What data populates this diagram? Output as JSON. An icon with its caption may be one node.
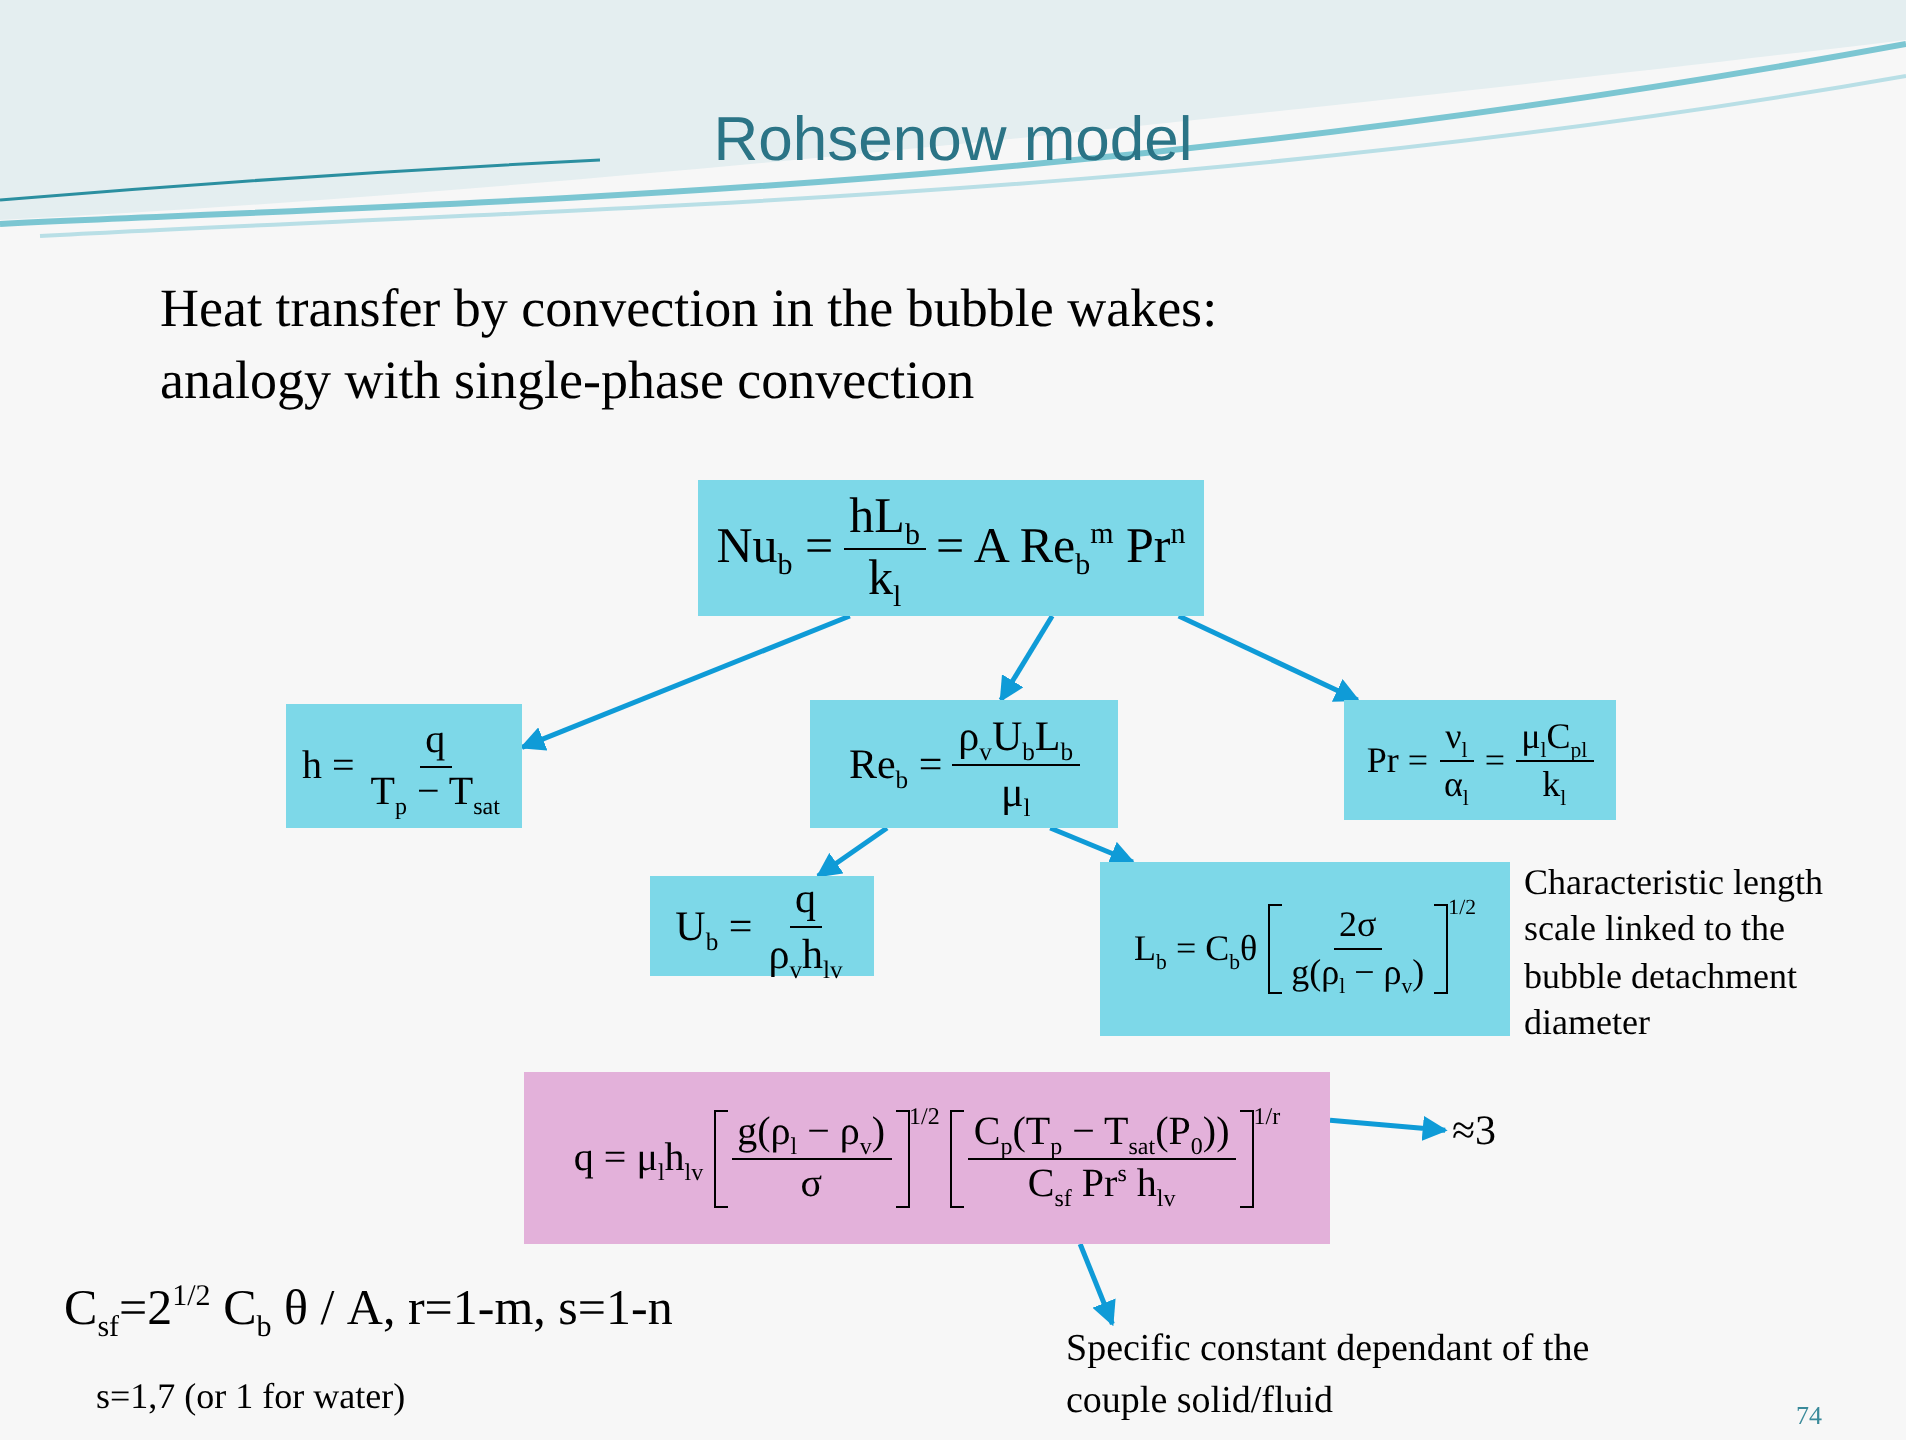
{
  "diagram": {
    "title": "Rohsenow model",
    "nodes": [
      {
        "text": [
          "Nu$_{b}$ =",
          "hL$_{b}$",
          "k$_{l}$",
          "= A Re$_{b}$$^{m}$ Pr$^{n}$"
        ]
      },
      {
        "text": [
          "h =",
          "q",
          "T$_{p}$ − T$_{sat}$"
        ]
      },
      {
        "text": [
          "Re$_{b}$ =",
          "ρ$_{v}$U$_{b}$L$_{b}$",
          "μ$_{l}$"
        ]
      },
      {
        "text": [
          "Pr =",
          "ν$_{l}$",
          "α$_{l}$",
          "=",
          "μ$_{l}$C$_{pl}$",
          "k$_{l}$"
        ]
      },
      {
        "text": [
          "U$_{b}$ =",
          "q",
          "ρ$_{v}$h$_{lv}$"
        ]
      },
      {
        "text": [
          "L$_{b}$ = C$_{b}$θ",
          "2σ",
          "g(ρ$_{l}$ − ρ$_{v}$)",
          "1/2"
        ],
        "beside": [
          "Characteristic length scale linked to the bubble detachment diameter"
        ]
      },
      {
        "text": [
          "q = μ$_{l}$h$_{lv}$",
          "g(ρ$_{l}$ − ρ$_{v}$)",
          "σ",
          "1/2",
          "C$_{p}$(T$_{p}$ − T$_{sat}$(P$_{0}$))",
          "C$_{sf}$ Pr$^{s}$ h$_{lv}$",
          "1/r"
        ]
      },
      {
        "text": [
          "≈3"
        ]
      },
      {
        "text": [
          "Specific constant dependant of the couple solid/fluid"
        ]
      }
    ],
    "edges": [
      {
        "from": 0,
        "to": 1,
        "arrow": "to"
      },
      {
        "from": 0,
        "to": 2,
        "arrow": "to"
      },
      {
        "from": 0,
        "to": 3,
        "arrow": "to"
      },
      {
        "from": 2,
        "to": 4,
        "arrow": "to"
      },
      {
        "from": 2,
        "to": 5,
        "arrow": "to"
      },
      {
        "from": 6,
        "to": 7,
        "arrow": "to"
      },
      {
        "from": 6,
        "to": 8,
        "arrow": "to"
      }
    ],
    "labels": [
      "Heat transfer by convection in the bubble wakes: analogy with single-phase convection",
      "C$_{sf}$=2$^{1/2}$ C$_{b}$ θ / A, r=1-m, s=1-n",
      "s=1,7 (or 1 for water)",
      "74"
    ]
  }
}
